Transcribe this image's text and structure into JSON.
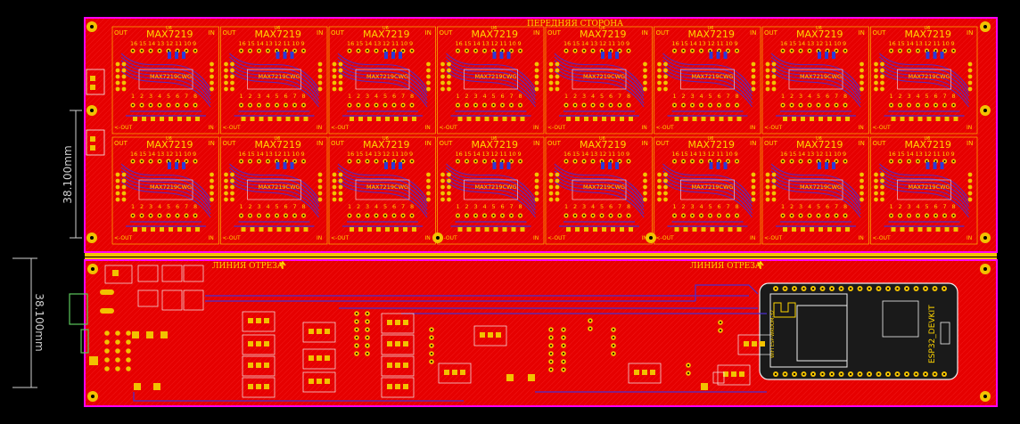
{
  "board": {
    "front_side_label": "ПЕРЕДНЯЯ СТОРОНА",
    "cut_line_label": "ЛИНИЯ ОТРЕЗА",
    "dimension_label": "38.100mm",
    "module_chip_label": "MAX7219",
    "module_subchip_label": "MAX7219CWG",
    "module_ref": "U6",
    "module_in_label": "IN",
    "module_out_label": "OUT",
    "module_edge_out_label": "<-OUT",
    "module_pin_numbers": [
      "16",
      "15",
      "14",
      "13",
      "12",
      "11",
      "10",
      "9"
    ],
    "module_bottom_pin_numbers": [
      "1",
      "2",
      "3",
      "4",
      "5",
      "6",
      "7",
      "8"
    ],
    "esp_module_label": "WIFI ESP-WROOM-32",
    "esp_board_label": "ESP32_DEVKIT",
    "module_rows": 2,
    "module_cols": 8
  },
  "colors": {
    "background": "#000000",
    "copper": "#e60000",
    "outline": "#ff00ff",
    "silk": "#ffd500",
    "trace": "#4a2fd0",
    "pad": "#f2c200"
  }
}
